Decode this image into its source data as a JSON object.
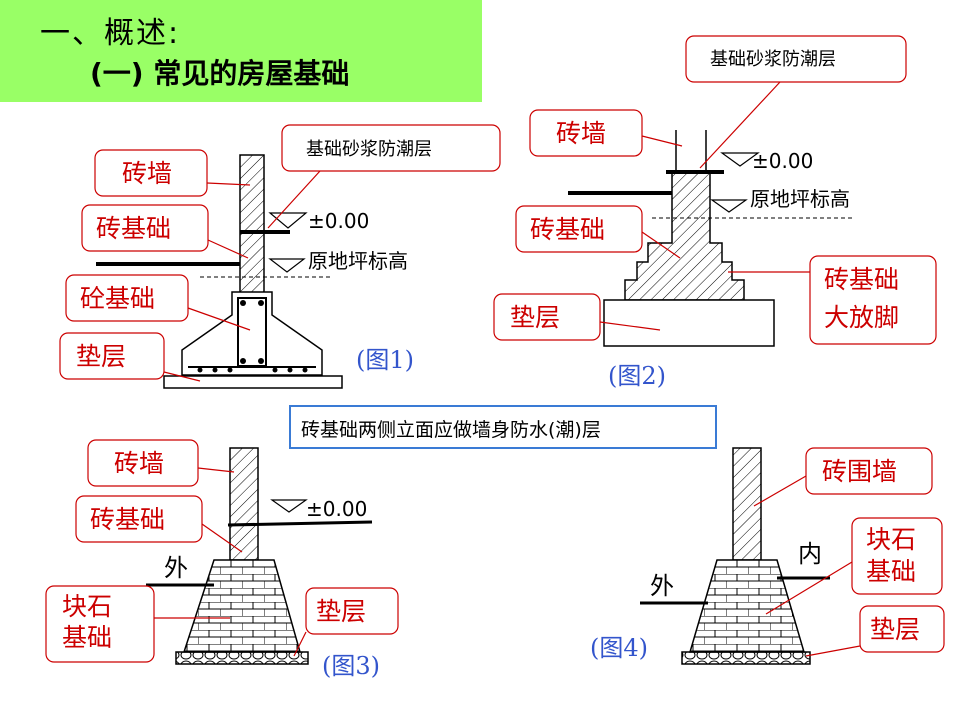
{
  "title": {
    "line1": "一、概述:",
    "line2": "(一) 常见的房屋基础"
  },
  "note": "砖基础两侧立面应做墙身防水(潮)层",
  "fig1": {
    "labels": {
      "wall": "砖墙",
      "brick_base": "砖基础",
      "concrete_base": "砼基础",
      "cushion": "垫层",
      "dpc": "基础砂浆防潮层"
    },
    "elev_zero": "±0.00",
    "ground": "原地坪标高",
    "caption": "(图1)"
  },
  "fig2": {
    "labels": {
      "dpc": "基础砂浆防潮层",
      "wall": "砖墙",
      "brick_base": "砖基础",
      "footing": "砖基础大放脚",
      "cushion": "垫层"
    },
    "elev_zero": "±0.00",
    "ground": "原地坪标高",
    "caption": "(图2)"
  },
  "fig3": {
    "labels": {
      "wall": "砖墙",
      "brick_base": "砖基础",
      "stone_base": "块石基础",
      "cushion": "垫层"
    },
    "outside": "外",
    "elev_zero": "±0.00",
    "caption": "(图3)"
  },
  "fig4": {
    "labels": {
      "fence_wall": "砖围墙",
      "stone_base": "块石基础",
      "cushion": "垫层"
    },
    "inside": "内",
    "outside": "外",
    "caption": "(图4)"
  },
  "colors": {
    "title_bg": "#99ff66",
    "callout_text": "#cc0000",
    "callout_border": "#cc0000",
    "caption": "#3355cc",
    "note_border": "#3a7bd5"
  }
}
